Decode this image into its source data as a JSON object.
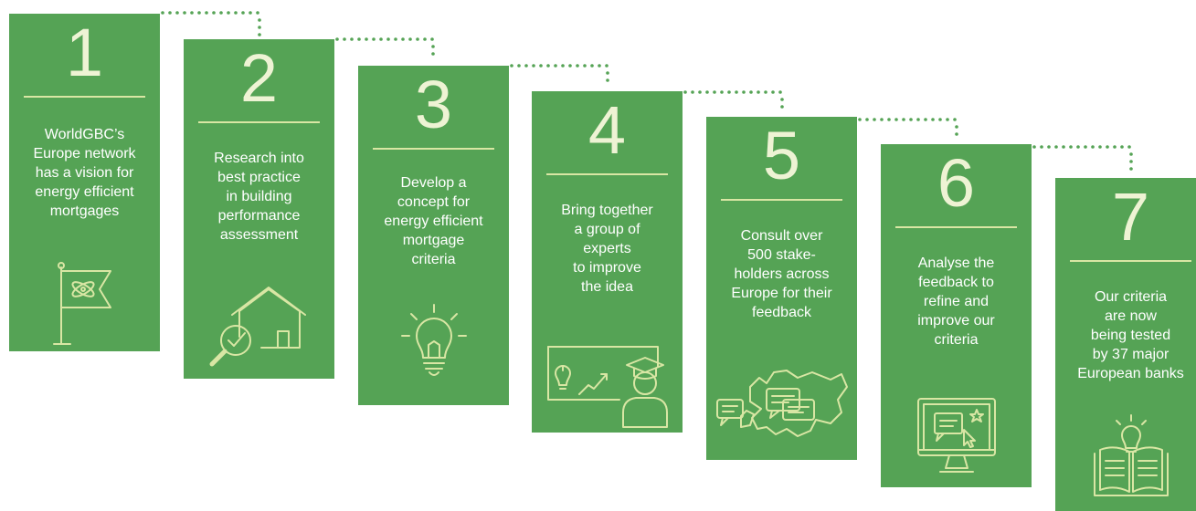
{
  "steps": [
    {
      "number": "1",
      "text": "WorldGBC’s\nEurope network\nhas a vision for\nenergy efficient\nmortgages",
      "icon": "flag-atom-icon"
    },
    {
      "number": "2",
      "text": "Research into\nbest practice\nin building\nperformance\nassessment",
      "icon": "house-magnifier-icon"
    },
    {
      "number": "3",
      "text": "Develop a\nconcept for\nenergy efficient\nmortgage\ncriteria",
      "icon": "lightbulb-icon"
    },
    {
      "number": "4",
      "text": "Bring together\na group of\nexperts\nto improve\nthe idea",
      "icon": "expert-board-icon"
    },
    {
      "number": "5",
      "text": "Consult over\n500 stake-\nholders across\nEurope for their\nfeedback",
      "icon": "europe-map-chat-icon"
    },
    {
      "number": "6",
      "text": "Analyse the\nfeedback to\nrefine and\nimprove our\ncriteria",
      "icon": "monitor-feedback-icon"
    },
    {
      "number": "7",
      "text": "Our criteria\nare now\nbeing tested\nby 37 major\nEuropean banks",
      "icon": "book-lightbulb-icon"
    }
  ],
  "colors": {
    "box": "#55a355",
    "line": "#d9e6a4",
    "dots": "#55a355"
  }
}
